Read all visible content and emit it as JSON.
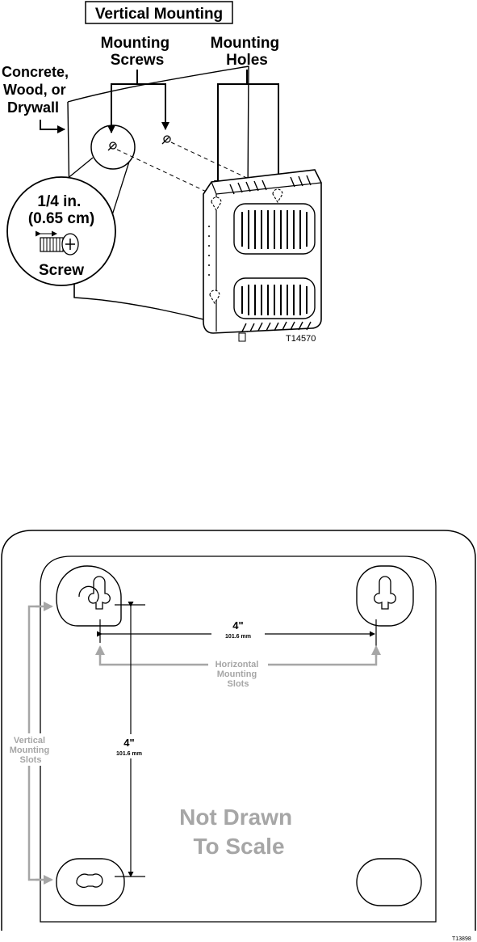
{
  "top_diagram": {
    "title": "Vertical Mounting",
    "screws_label": [
      "Mounting",
      "Screws"
    ],
    "holes_label": [
      "Mounting",
      "Holes"
    ],
    "surface_label": [
      "Concrete,",
      "Wood, or",
      "Drywall"
    ],
    "screw_size": [
      "1/4 in.",
      "(0.65 cm)"
    ],
    "screw_caption": "Screw",
    "figure_id": "T14570"
  },
  "bottom_diagram": {
    "horizontal_dim": "4\"",
    "horizontal_dim_mm": "101.6 mm",
    "horizontal_label": [
      "Horizontal",
      "Mounting",
      "Slots"
    ],
    "vertical_dim": "4\"",
    "vertical_dim_mm": "101.6 mm",
    "vertical_label": [
      "Vertical",
      "Mounting",
      "Slots"
    ],
    "scale_note": [
      "Not Drawn",
      "To Scale"
    ],
    "figure_id": "T13898"
  }
}
